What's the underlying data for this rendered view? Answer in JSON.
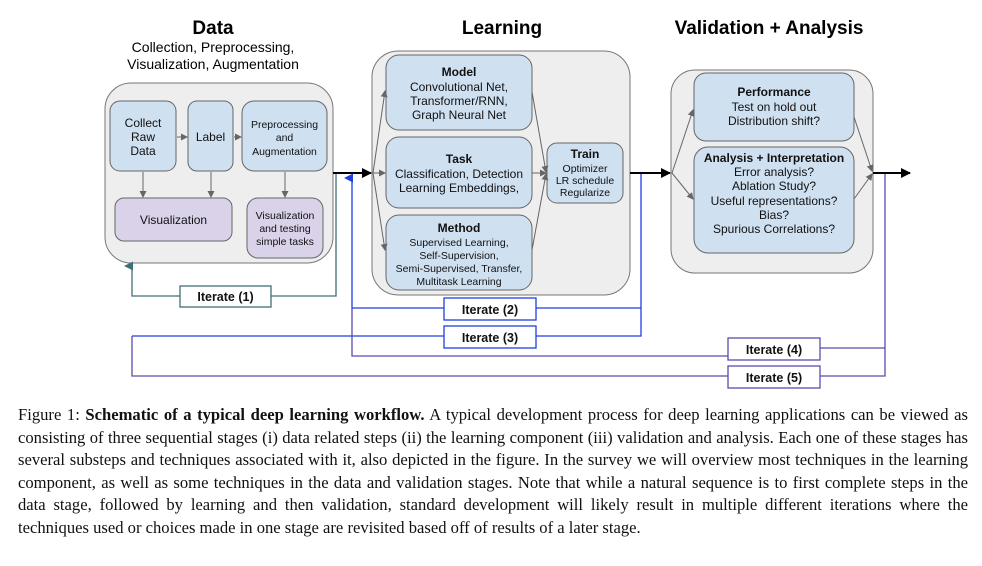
{
  "stages": {
    "data": {
      "title": "Data",
      "subtitle_lines": [
        "Collection, Preprocessing,",
        "Visualization, Augmentation"
      ],
      "boxes": {
        "collect": [
          "Collect",
          "Raw",
          "Data"
        ],
        "label": [
          "Label"
        ],
        "preprocess": [
          "Preprocessing",
          "and",
          "Augmentation"
        ],
        "visualization": [
          "Visualization"
        ],
        "viz_testing": [
          "Visualization",
          "and testing",
          "simple tasks"
        ]
      }
    },
    "learning": {
      "title": "Learning",
      "boxes": {
        "model": {
          "title": "Model",
          "lines": [
            "Convolutional Net,",
            "Transformer/RNN,",
            "Graph Neural Net"
          ]
        },
        "task": {
          "title": "Task",
          "lines": [
            "Classification, Detection",
            "Learning Embeddings,"
          ]
        },
        "method": {
          "title": "Method",
          "lines": [
            "Supervised Learning,",
            "Self-Supervision,",
            "Semi-Supervised, Transfer,",
            "Multitask Learning"
          ]
        },
        "train": {
          "title": "Train",
          "lines": [
            "Optimizer",
            "LR schedule",
            "Regularize"
          ]
        }
      }
    },
    "validation": {
      "title": "Validation + Analysis",
      "boxes": {
        "performance": {
          "title": "Performance",
          "lines": [
            "Test on hold out",
            "Distribution shift?"
          ]
        },
        "analysis": {
          "title": "Analysis + Interpretation",
          "lines": [
            "Error analysis?",
            "Ablation Study?",
            "Useful representations?",
            "Bias?",
            "Spurious Correlations?"
          ]
        }
      }
    }
  },
  "iterations": [
    {
      "label": "Iterate (1)",
      "color": "#3f6f7a"
    },
    {
      "label": "Iterate (2)",
      "color": "#1f3fe0"
    },
    {
      "label": "Iterate (3)",
      "color": "#1f3fe0"
    },
    {
      "label": "Iterate (4)",
      "color": "#5a4ab0"
    },
    {
      "label": "Iterate (5)",
      "color": "#5a4ab0"
    }
  ],
  "colors": {
    "stage_bg": "#eeeeee",
    "stage_border": "#777777",
    "blue_box": "#cfe0f1",
    "purple_box": "#d9d2e9",
    "box_border": "#666666",
    "arrow": "#000000",
    "inner_arrow": "#666666"
  },
  "caption": {
    "label": "Figure 1:",
    "title": "Schematic of a typical deep learning workflow.",
    "body": "A typical development process for deep learning applications can be viewed as consisting of three sequential stages (i) data related steps (ii) the learning component (iii) validation and analysis. Each one of these stages has several substeps and techniques associated with it, also depicted in the figure. In the survey we will overview most techniques in the learning component, as well as some techniques in the data and validation stages. Note that while a natural sequence is to first complete steps in the data stage, followed by learning and then validation, standard development will likely result in multiple different iterations where the techniques used or choices made in one stage are revisited based off of results of a later stage."
  }
}
